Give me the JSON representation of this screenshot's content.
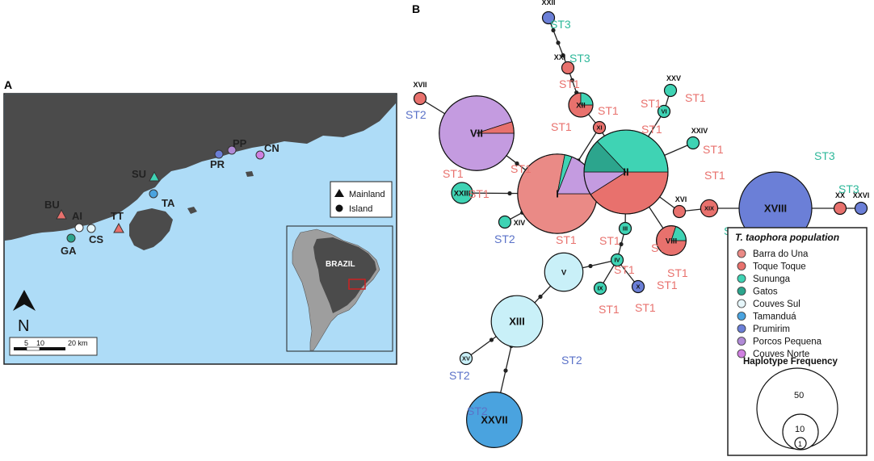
{
  "panel_a": {
    "label": "A",
    "sites": [
      {
        "code": "BU",
        "type": "Mainland",
        "color": "#e8716d"
      },
      {
        "code": "AI",
        "type": "Island",
        "color": "#ffffff"
      },
      {
        "code": "CS",
        "type": "Island",
        "color": "#e6f6fa"
      },
      {
        "code": "GA",
        "type": "Island",
        "color": "#2ca58d"
      },
      {
        "code": "TT",
        "type": "Mainland",
        "color": "#e8716d"
      },
      {
        "code": "SU",
        "type": "Mainland",
        "color": "#3fd3b4"
      },
      {
        "code": "TA",
        "type": "Island",
        "color": "#4aa3df"
      },
      {
        "code": "PR",
        "type": "Island",
        "color": "#6b7fd7"
      },
      {
        "code": "PP",
        "type": "Island",
        "color": "#b08ad6"
      },
      {
        "code": "CN",
        "type": "Island",
        "color": "#cf7fe0"
      }
    ],
    "legend": {
      "mainland": "Mainland",
      "island": "Island"
    },
    "inset_label": "BRAZIL",
    "north": "N",
    "scale": {
      "t0": "5",
      "t1": "10",
      "t2": "20 km"
    },
    "colors": {
      "sea": "#aedcf7",
      "land": "#4b4b4b",
      "inset_land": "#9e9e9e",
      "highlight": "#cc2222"
    }
  },
  "panel_b": {
    "label": "B",
    "haplotypes": [
      {
        "id": "I",
        "n": 43,
        "slices": [
          {
            "c": "#ea8a86",
            "f": 0.78
          },
          {
            "c": "#3fd3b4",
            "f": 0.03
          },
          {
            "c": "#c49be0",
            "f": 0.19
          }
        ]
      },
      {
        "id": "II",
        "n": 48,
        "slices": [
          {
            "c": "#e8716d",
            "f": 0.41
          },
          {
            "c": "#c49be0",
            "f": 0.09
          },
          {
            "c": "#2ca58d",
            "f": 0.13
          },
          {
            "c": "#3fd3b4",
            "f": 0.37
          }
        ]
      },
      {
        "id": "III",
        "n": 1,
        "slices": [
          {
            "c": "#3fd3b4",
            "f": 1
          }
        ]
      },
      {
        "id": "IV",
        "n": 1,
        "slices": [
          {
            "c": "#3fd3b4",
            "f": 1
          }
        ]
      },
      {
        "id": "V",
        "n": 10,
        "slices": [
          {
            "c": "#c9f0f8",
            "f": 1
          }
        ]
      },
      {
        "id": "VI",
        "n": 1,
        "slices": [
          {
            "c": "#3fd3b4",
            "f": 1
          }
        ]
      },
      {
        "id": "VII",
        "n": 38,
        "slices": [
          {
            "c": "#c49be0",
            "f": 0.95
          },
          {
            "c": "#e8716d",
            "f": 0.05
          }
        ]
      },
      {
        "id": "VIII",
        "n": 6,
        "slices": [
          {
            "c": "#e8716d",
            "f": 0.8
          },
          {
            "c": "#3fd3b4",
            "f": 0.2
          }
        ]
      },
      {
        "id": "IX",
        "n": 1,
        "slices": [
          {
            "c": "#3fd3b4",
            "f": 1
          }
        ]
      },
      {
        "id": "X",
        "n": 1,
        "slices": [
          {
            "c": "#6b7fd7",
            "f": 1
          }
        ]
      },
      {
        "id": "XI",
        "n": 1,
        "slices": [
          {
            "c": "#e8716d",
            "f": 1
          }
        ]
      },
      {
        "id": "XII",
        "n": 4,
        "slices": [
          {
            "c": "#e8716d",
            "f": 0.75
          },
          {
            "c": "#3fd3b4",
            "f": 0.25
          }
        ]
      },
      {
        "id": "XIII",
        "n": 18,
        "slices": [
          {
            "c": "#c9f0f8",
            "f": 1
          }
        ]
      },
      {
        "id": "XIV",
        "n": 1,
        "slices": [
          {
            "c": "#3fd3b4",
            "f": 1
          }
        ]
      },
      {
        "id": "XV",
        "n": 1,
        "slices": [
          {
            "c": "#c9f0f8",
            "f": 1
          }
        ]
      },
      {
        "id": "XVI",
        "n": 1,
        "slices": [
          {
            "c": "#e8716d",
            "f": 1
          }
        ]
      },
      {
        "id": "XVII",
        "n": 1,
        "slices": [
          {
            "c": "#e8716d",
            "f": 1
          }
        ]
      },
      {
        "id": "XVIII",
        "n": 36,
        "slices": [
          {
            "c": "#6b7fd7",
            "f": 1
          }
        ]
      },
      {
        "id": "XIX",
        "n": 2,
        "slices": [
          {
            "c": "#e8716d",
            "f": 1
          }
        ]
      },
      {
        "id": "XX",
        "n": 1,
        "slices": [
          {
            "c": "#e8716d",
            "f": 1
          }
        ]
      },
      {
        "id": "XXI",
        "n": 1,
        "slices": [
          {
            "c": "#e8716d",
            "f": 1
          }
        ]
      },
      {
        "id": "XXII",
        "n": 1,
        "slices": [
          {
            "c": "#6b7fd7",
            "f": 1
          }
        ]
      },
      {
        "id": "XXIII",
        "n": 3,
        "slices": [
          {
            "c": "#3fd3b4",
            "f": 1
          }
        ]
      },
      {
        "id": "XXIV",
        "n": 1,
        "slices": [
          {
            "c": "#3fd3b4",
            "f": 1
          }
        ]
      },
      {
        "id": "XXV",
        "n": 1,
        "slices": [
          {
            "c": "#3fd3b4",
            "f": 1
          }
        ]
      },
      {
        "id": "XXVI",
        "n": 1,
        "slices": [
          {
            "c": "#6b7fd7",
            "f": 1
          }
        ]
      },
      {
        "id": "XXVII",
        "n": 21,
        "slices": [
          {
            "c": "#4aa3df",
            "f": 1
          }
        ]
      }
    ],
    "st_labels": [
      "ST1",
      "ST1",
      "ST1",
      "ST1",
      "ST1",
      "ST1",
      "ST1",
      "ST1",
      "ST1",
      "ST1",
      "ST1",
      "ST1",
      "ST1",
      "ST1",
      "ST1",
      "ST1",
      "ST1",
      "ST1",
      "ST1",
      "ST2",
      "ST2",
      "ST2",
      "ST2",
      "ST2",
      "ST3",
      "ST3",
      "ST3",
      "ST3",
      "ST3",
      "ST3"
    ],
    "st_colors": {
      "ST1": "#e8716d",
      "ST2": "#5b72c8",
      "ST3": "#2eb89a"
    },
    "legend": {
      "title": "T. taophora population",
      "items": [
        {
          "label": "Barra do Una",
          "color": "#ea8a86"
        },
        {
          "label": "Toque Toque",
          "color": "#e8716d"
        },
        {
          "label": "Sununga",
          "color": "#3fd3b4"
        },
        {
          "label": "Gatos",
          "color": "#2ca58d"
        },
        {
          "label": "Couves Sul",
          "color": "#e6f6fa"
        },
        {
          "label": "Tamanduá",
          "color": "#4aa3df"
        },
        {
          "label": "Prumirim",
          "color": "#6b7fd7"
        },
        {
          "label": "Porcos Pequena",
          "color": "#b08ad6"
        },
        {
          "label": "Couves Norte",
          "color": "#cf7fe0"
        }
      ],
      "freq_title": "Haplotype Frequency",
      "freq_values": [
        "50",
        "10",
        "1"
      ]
    }
  }
}
